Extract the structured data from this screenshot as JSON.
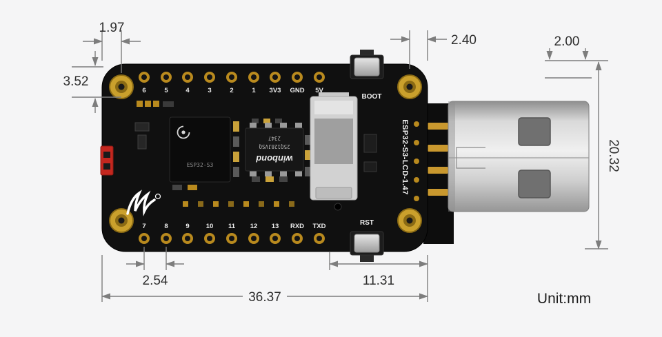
{
  "page": {
    "unit_label": "Unit:mm"
  },
  "dimensions": {
    "hole_offset_x": "1.97",
    "hole_to_edge": "2.40",
    "edge_to_hole_top": "2.00",
    "top_to_hole": "3.52",
    "board_height": "20.32",
    "pin_pitch": "2.54",
    "txd_to_edge": "11.31",
    "board_width": "36.37"
  },
  "board": {
    "top_pins": [
      "6",
      "5",
      "4",
      "3",
      "2",
      "1",
      "3V3",
      "GND",
      "5V"
    ],
    "bottom_pins": [
      "7",
      "8",
      "9",
      "10",
      "11",
      "12",
      "13",
      "RXD",
      "TXD"
    ],
    "boot_label": "BOOT",
    "rst_label": "RST",
    "model_label": "ESP32-S3-LCD-1.47",
    "soc_label": "ESP32-S3",
    "flash_brand": "winbond",
    "flash_part": "25Q128JVSQ",
    "flash_lot": "2347"
  },
  "colors": {
    "background": "#f5f5f6",
    "pcb": "#101010",
    "gold": "#c0922b",
    "usb_shell": "#cfcfcf",
    "dimension_gray": "#7d7d7d",
    "led_red": "#c4271f"
  }
}
